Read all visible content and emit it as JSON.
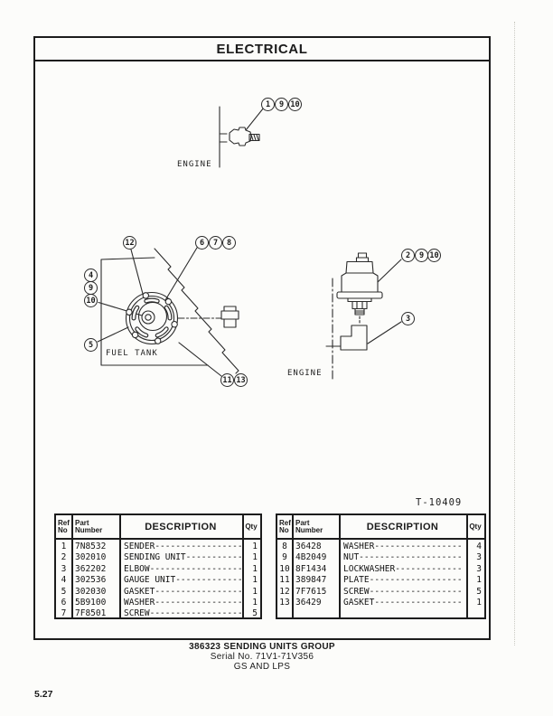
{
  "page": {
    "title": "ELECTRICAL",
    "figure_ref": "T-10409",
    "page_number": "5.27",
    "footer": {
      "line1": "386323 SENDING UNITS GROUP",
      "line2": "Serial No. 71V1-71V356",
      "line3": "GS AND LPS"
    }
  },
  "diagrams": {
    "engine_sender": {
      "label": "ENGINE",
      "callouts": [
        "1",
        "9",
        "10"
      ]
    },
    "fuel_tank": {
      "label": "FUEL TANK",
      "callouts": [
        "12",
        "6",
        "7",
        "8",
        "4",
        "9",
        "10",
        "5",
        "11",
        "13"
      ]
    },
    "engine_unit": {
      "label": "ENGINE",
      "callouts": [
        "2",
        "9",
        "10",
        "3"
      ]
    }
  },
  "tables": {
    "headers": {
      "ref": "Ref No",
      "part": "Part Number",
      "desc": "DESCRIPTION",
      "qty": "Qty"
    },
    "left": {
      "rows": [
        {
          "ref": "1",
          "part": "7N8532",
          "desc": "SENDER-----------------",
          "qty": "1"
        },
        {
          "ref": "2",
          "part": "302010",
          "desc": "SENDING UNIT-----------",
          "qty": "1"
        },
        {
          "ref": "3",
          "part": "362202",
          "desc": "ELBOW------------------",
          "qty": "1"
        },
        {
          "ref": "4",
          "part": "302536",
          "desc": "GAUGE UNIT-------------",
          "qty": "1"
        },
        {
          "ref": "5",
          "part": "302030",
          "desc": "GASKET-----------------",
          "qty": "1"
        },
        {
          "ref": "6",
          "part": "5B9100",
          "desc": "WASHER-----------------",
          "qty": "1"
        },
        {
          "ref": "7",
          "part": "7F8501",
          "desc": "SCREW------------------",
          "qty": "5"
        }
      ]
    },
    "right": {
      "rows": [
        {
          "ref": "8",
          "part": "36428",
          "desc": "WASHER-----------------",
          "qty": "4"
        },
        {
          "ref": "9",
          "part": "4B2049",
          "desc": "NUT--------------------",
          "qty": "3"
        },
        {
          "ref": "10",
          "part": "8F1434",
          "desc": "LOCKWASHER-------------",
          "qty": "3"
        },
        {
          "ref": "11",
          "part": "389847",
          "desc": "PLATE------------------",
          "qty": "1"
        },
        {
          "ref": "12",
          "part": "7F7615",
          "desc": "SCREW------------------",
          "qty": "5"
        },
        {
          "ref": "13",
          "part": "36429",
          "desc": "GASKET-----------------",
          "qty": "1"
        }
      ]
    }
  }
}
